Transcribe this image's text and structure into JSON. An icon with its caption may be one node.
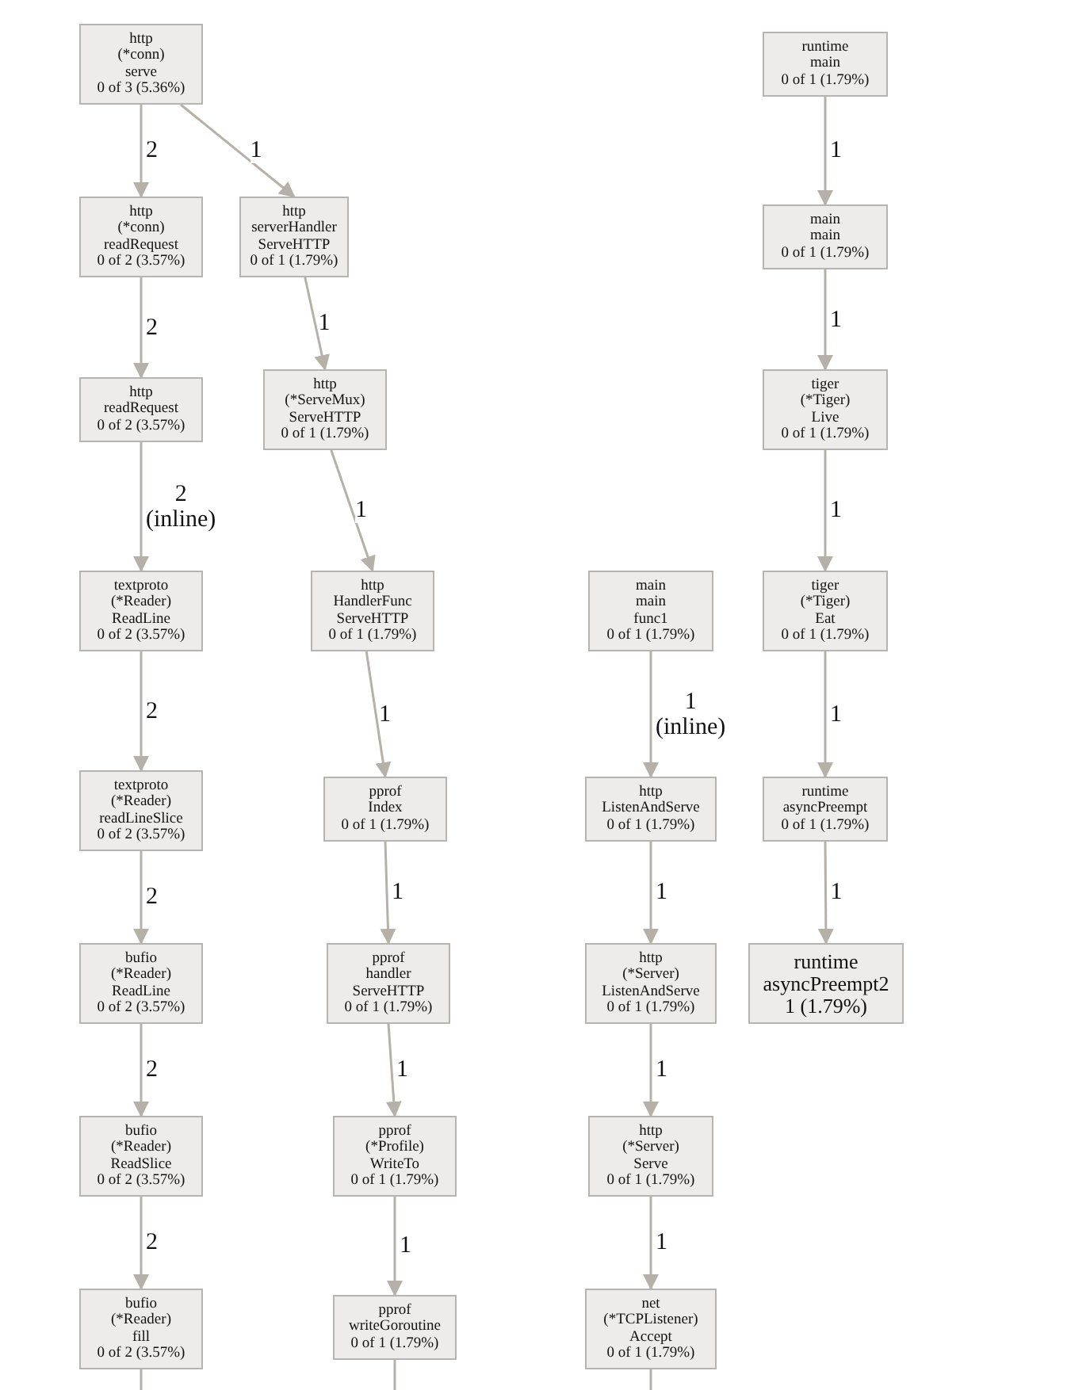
{
  "diagram": {
    "nodes": [
      {
        "text": [
          "http",
          "(*conn)",
          "serve",
          "0 of 3 (5.36%)"
        ]
      },
      {
        "text": [
          "http",
          "(*conn)",
          "readRequest",
          "0 of 2 (3.57%)"
        ]
      },
      {
        "text": [
          "http",
          "serverHandler",
          "ServeHTTP",
          "0 of 1 (1.79%)"
        ]
      },
      {
        "text": [
          "http",
          "readRequest",
          "0 of 2 (3.57%)"
        ]
      },
      {
        "text": [
          "http",
          "(*ServeMux)",
          "ServeHTTP",
          "0 of 1 (1.79%)"
        ]
      },
      {
        "text": [
          "textproto",
          "(*Reader)",
          "ReadLine",
          "0 of 2 (3.57%)"
        ]
      },
      {
        "text": [
          "http",
          "HandlerFunc",
          "ServeHTTP",
          "0 of 1 (1.79%)"
        ]
      },
      {
        "text": [
          "main",
          "main",
          "func1",
          "0 of 1 (1.79%)"
        ]
      },
      {
        "text": [
          "runtime",
          "main",
          "0 of 1 (1.79%)"
        ]
      },
      {
        "text": [
          "main",
          "main",
          "0 of 1 (1.79%)"
        ]
      },
      {
        "text": [
          "tiger",
          "(*Tiger)",
          "Live",
          "0 of 1 (1.79%)"
        ]
      },
      {
        "text": [
          "tiger",
          "(*Tiger)",
          "Eat",
          "0 of 1 (1.79%)"
        ]
      },
      {
        "text": [
          "textproto",
          "(*Reader)",
          "readLineSlice",
          "0 of 2 (3.57%)"
        ]
      },
      {
        "text": [
          "pprof",
          "Index",
          "0 of 1 (1.79%)"
        ]
      },
      {
        "text": [
          "http",
          "ListenAndServe",
          "0 of 1 (1.79%)"
        ]
      },
      {
        "text": [
          "runtime",
          "asyncPreempt",
          "0 of 1 (1.79%)"
        ]
      },
      {
        "text": [
          "bufio",
          "(*Reader)",
          "ReadLine",
          "0 of 2 (3.57%)"
        ]
      },
      {
        "text": [
          "pprof",
          "handler",
          "ServeHTTP",
          "0 of 1 (1.79%)"
        ]
      },
      {
        "text": [
          "http",
          "(*Server)",
          "ListenAndServe",
          "0 of 1 (1.79%)"
        ]
      },
      {
        "text": [
          "runtime",
          "asyncPreempt2",
          "1 (1.79%)"
        ]
      },
      {
        "text": [
          "bufio",
          "(*Reader)",
          "ReadSlice",
          "0 of 2 (3.57%)"
        ]
      },
      {
        "text": [
          "pprof",
          "(*Profile)",
          "WriteTo",
          "0 of 1 (1.79%)"
        ]
      },
      {
        "text": [
          "http",
          "(*Server)",
          "Serve",
          "0 of 1 (1.79%)"
        ]
      },
      {
        "text": [
          "bufio",
          "(*Reader)",
          "fill",
          "0 of 2 (3.57%)"
        ]
      },
      {
        "text": [
          "pprof",
          "writeGoroutine",
          "0 of 1 (1.79%)"
        ]
      },
      {
        "text": [
          "net",
          "(*TCPListener)",
          "Accept",
          "0 of 1 (1.79%)"
        ]
      }
    ],
    "edges": [
      {
        "from": 0,
        "to": 1,
        "arrow": "to",
        "label": "2"
      },
      {
        "from": 0,
        "to": 2,
        "arrow": "to",
        "label": "1"
      },
      {
        "from": 1,
        "to": 3,
        "arrow": "to",
        "label": "2"
      },
      {
        "from": 2,
        "to": 4,
        "arrow": "to",
        "label": "1"
      },
      {
        "from": 3,
        "to": 5,
        "arrow": "to",
        "label": "2 (inline)"
      },
      {
        "from": 4,
        "to": 6,
        "arrow": "to",
        "label": "1"
      },
      {
        "from": 8,
        "to": 9,
        "arrow": "to",
        "label": "1"
      },
      {
        "from": 9,
        "to": 10,
        "arrow": "to",
        "label": "1"
      },
      {
        "from": 10,
        "to": 11,
        "arrow": "to",
        "label": "1"
      },
      {
        "from": 5,
        "to": 12,
        "arrow": "to",
        "label": "2"
      },
      {
        "from": 6,
        "to": 13,
        "arrow": "to",
        "label": "1"
      },
      {
        "from": 7,
        "to": 14,
        "arrow": "to",
        "label": "1 (inline)"
      },
      {
        "from": 11,
        "to": 15,
        "arrow": "to",
        "label": "1"
      },
      {
        "from": 12,
        "to": 16,
        "arrow": "to",
        "label": "2"
      },
      {
        "from": 13,
        "to": 17,
        "arrow": "to",
        "label": "1"
      },
      {
        "from": 14,
        "to": 18,
        "arrow": "to",
        "label": "1"
      },
      {
        "from": 15,
        "to": 19,
        "arrow": "to",
        "label": "1"
      },
      {
        "from": 16,
        "to": 20,
        "arrow": "to",
        "label": "2"
      },
      {
        "from": 17,
        "to": 21,
        "arrow": "to",
        "label": "1"
      },
      {
        "from": 18,
        "to": 22,
        "arrow": "to",
        "label": "1"
      },
      {
        "from": 20,
        "to": 23,
        "arrow": "to",
        "label": "2"
      },
      {
        "from": 21,
        "to": 24,
        "arrow": "to",
        "label": "1"
      },
      {
        "from": 22,
        "to": 25,
        "arrow": "to",
        "label": "1"
      },
      {
        "from": 23,
        "to": null,
        "arrow": "none"
      },
      {
        "from": 24,
        "to": null,
        "arrow": "none"
      },
      {
        "from": 25,
        "to": null,
        "arrow": "none"
      }
    ]
  }
}
